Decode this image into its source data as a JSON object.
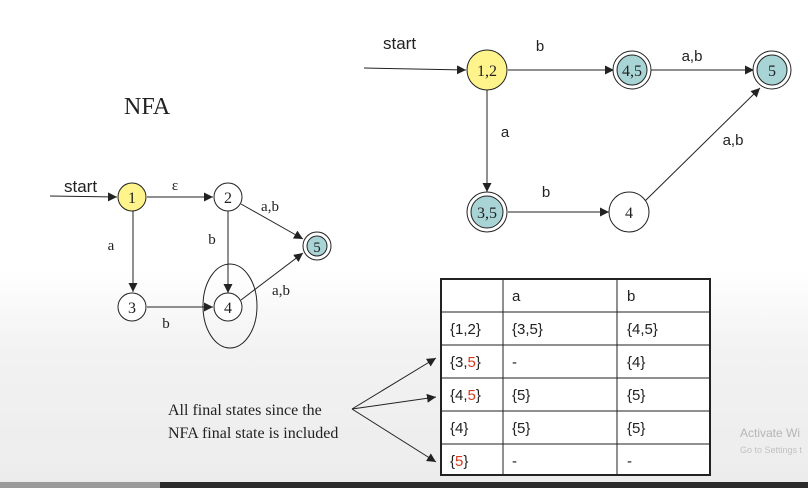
{
  "nfa": {
    "title": "NFA",
    "start_label": "start",
    "states": {
      "s1": "1",
      "s2": "2",
      "s3": "3",
      "s4": "4",
      "s5": "5"
    },
    "edges": {
      "e12": "ε",
      "e13": "a",
      "e24": "b",
      "e25": "a,b",
      "e34": "b",
      "e45": "a,b"
    }
  },
  "dfa": {
    "start_label": "start",
    "states": {
      "s12": "1,2",
      "s45": "4,5",
      "s5": "5",
      "s35": "3,5",
      "s4": "4"
    },
    "edges": {
      "e12_45": "b",
      "e45_5": "a,b",
      "e12_35": "a",
      "e35_4": "b",
      "e4_5": "a,b"
    }
  },
  "table": {
    "headers": [
      "",
      "a",
      "b"
    ],
    "rows": [
      {
        "prefix": "{1,2}",
        "accent": "",
        "suffix": "",
        "a": "{3,5}",
        "b": "{4,5}"
      },
      {
        "prefix": "{3,",
        "accent": "5",
        "suffix": "}",
        "a": "-",
        "b": "{4}"
      },
      {
        "prefix": "{4,",
        "accent": "5",
        "suffix": "}",
        "a": "{5}",
        "b": "{5}"
      },
      {
        "prefix": "{4}",
        "accent": "",
        "suffix": "",
        "a": "{5}",
        "b": "{5}"
      },
      {
        "prefix": "{",
        "accent": "5",
        "suffix": "}",
        "a": "-",
        "b": "-"
      }
    ]
  },
  "annotation": {
    "line1": "All final states since the",
    "line2": "NFA final state is included"
  },
  "watermark": {
    "line1": "Activate Wi",
    "line2": "Go to Settings t"
  },
  "colors": {
    "start_fill": "#fff48c",
    "final_fill": "#a9d4d6",
    "accent": "#d93a1e",
    "ink": "#222222"
  }
}
